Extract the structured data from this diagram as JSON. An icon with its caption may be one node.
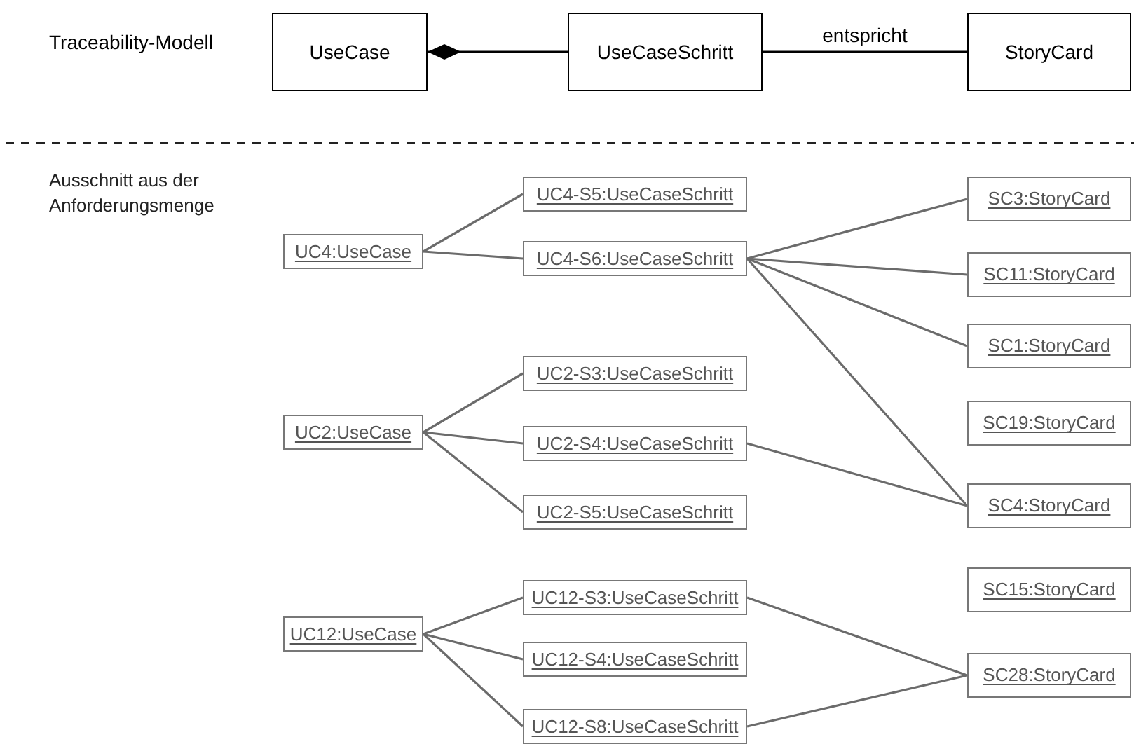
{
  "diagram": {
    "nodes": [
      {
        "text": [
          "UseCase"
        ]
      },
      {
        "text": [
          "UseCaseSchritt"
        ]
      },
      {
        "text": [
          "StoryCard"
        ]
      },
      {
        "text": [
          "UC4:UseCase"
        ]
      },
      {
        "text": [
          "UC4-S5:UseCaseSchritt"
        ]
      },
      {
        "text": [
          "UC4-S6:UseCaseSchritt"
        ]
      },
      {
        "text": [
          "UC2:UseCase"
        ]
      },
      {
        "text": [
          "UC2-S3:UseCaseSchritt"
        ]
      },
      {
        "text": [
          "UC2-S4:UseCaseSchritt"
        ]
      },
      {
        "text": [
          "UC2-S5:UseCaseSchritt"
        ]
      },
      {
        "text": [
          "UC12:UseCase"
        ]
      },
      {
        "text": [
          "UC12-S3:UseCaseSchritt"
        ]
      },
      {
        "text": [
          "UC12-S4:UseCaseSchritt"
        ]
      },
      {
        "text": [
          "UC12-S8:UseCaseSchritt"
        ]
      },
      {
        "text": [
          "SC3:StoryCard"
        ]
      },
      {
        "text": [
          "SC11:StoryCard"
        ]
      },
      {
        "text": [
          "SC1:StoryCard"
        ]
      },
      {
        "text": [
          "SC19:StoryCard"
        ]
      },
      {
        "text": [
          "SC4:StoryCard"
        ]
      },
      {
        "text": [
          "SC15:StoryCard"
        ]
      },
      {
        "text": [
          "SC28:StoryCard"
        ]
      }
    ],
    "edges": [
      {
        "from": 1,
        "to": 0,
        "arrow": "other",
        "color": "#000000"
      },
      {
        "from": 1,
        "to": 2,
        "arrow": "none",
        "label": "entspricht",
        "color": "#000000"
      },
      {
        "from": 3,
        "to": 4,
        "arrow": "none"
      },
      {
        "from": 3,
        "to": 5,
        "arrow": "none"
      },
      {
        "from": 6,
        "to": 7,
        "arrow": "none"
      },
      {
        "from": 6,
        "to": 8,
        "arrow": "none"
      },
      {
        "from": 6,
        "to": 9,
        "arrow": "none"
      },
      {
        "from": 10,
        "to": 11,
        "arrow": "none"
      },
      {
        "from": 10,
        "to": 12,
        "arrow": "none"
      },
      {
        "from": 10,
        "to": 13,
        "arrow": "none"
      },
      {
        "from": 5,
        "to": 14,
        "arrow": "none"
      },
      {
        "from": 5,
        "to": 15,
        "arrow": "none"
      },
      {
        "from": 5,
        "to": 16,
        "arrow": "none"
      },
      {
        "from": 5,
        "to": 18,
        "arrow": "none"
      },
      {
        "from": 8,
        "to": 18,
        "arrow": "none"
      },
      {
        "from": 11,
        "to": 20,
        "arrow": "none"
      },
      {
        "from": 13,
        "to": 20,
        "arrow": "none"
      }
    ],
    "labels": [
      "Traceability-Modell",
      "Ausschnitt aus der Anforderungsmenge"
    ]
  }
}
